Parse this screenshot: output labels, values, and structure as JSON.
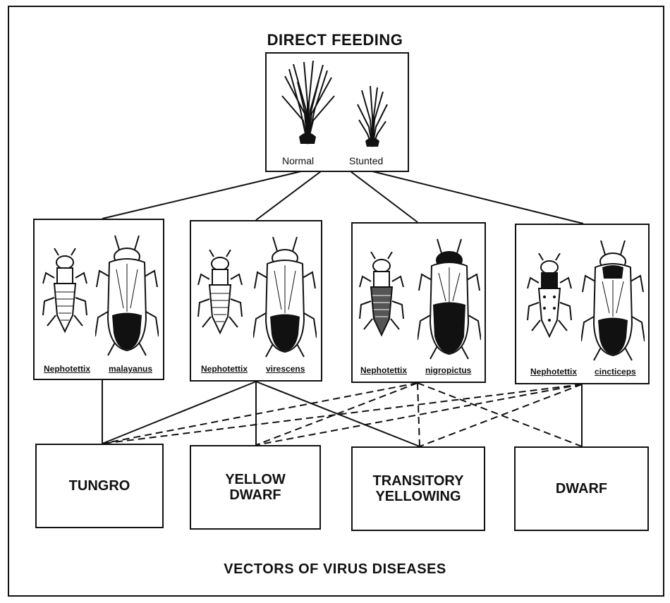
{
  "direct_feeding": {
    "title": "DIRECT FEEDING",
    "normal_label": "Normal",
    "stunted_label": "Stunted"
  },
  "vectors": [
    {
      "genus": "Nephotettix",
      "species": "malayanus"
    },
    {
      "genus": "Nephotettix",
      "species": "virescens"
    },
    {
      "genus": "Nephotettix",
      "species": "nigropictus"
    },
    {
      "genus": "Nephotettix",
      "species": "cincticeps"
    }
  ],
  "diseases": [
    {
      "label": "TUNGRO"
    },
    {
      "label": "YELLOW\nDWARF"
    },
    {
      "label": "TRANSITORY\nYELLOWING"
    },
    {
      "label": "DWARF"
    }
  ],
  "footer": {
    "title": "VECTORS OF VIRUS DISEASES"
  }
}
